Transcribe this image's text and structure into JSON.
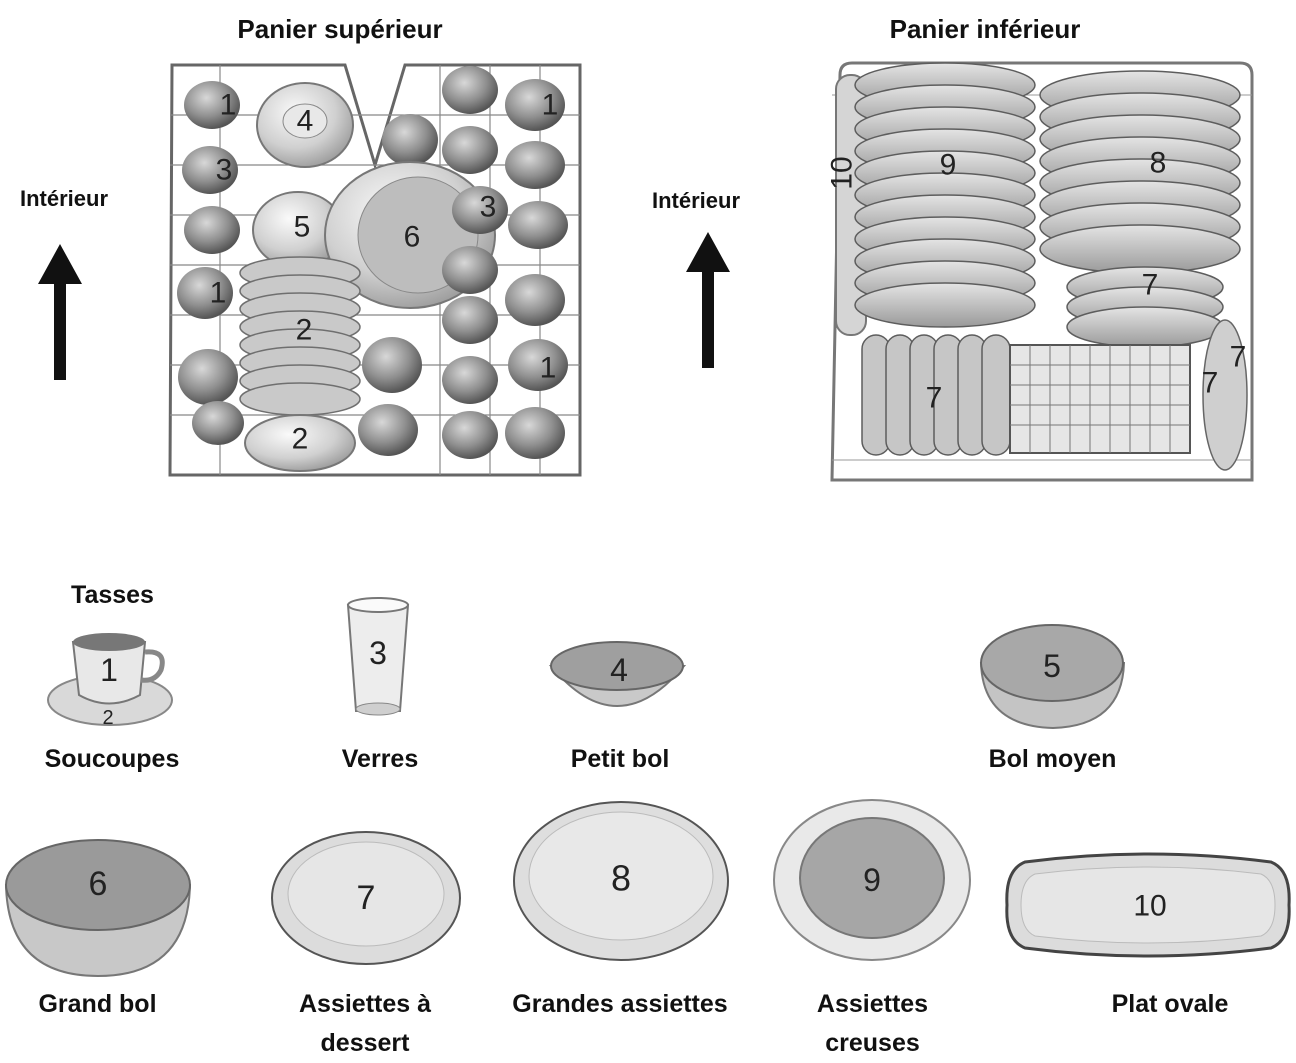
{
  "upper_basket": {
    "title": "Panier supérieur",
    "side_label": "Intérieur",
    "markers": [
      "1",
      "4",
      "1",
      "3",
      "5",
      "6",
      "3",
      "1",
      "2",
      "1",
      "2"
    ]
  },
  "lower_basket": {
    "title": "Panier inférieur",
    "side_label": "Intérieur",
    "markers": [
      "10",
      "9",
      "8",
      "7",
      "7",
      "7",
      "7"
    ]
  },
  "legend": {
    "top_caption": "Tasses",
    "items": [
      {
        "number": "1",
        "sub_number": "2",
        "label": "Soucoupes"
      },
      {
        "number": "3",
        "label": "Verres"
      },
      {
        "number": "4",
        "label": "Petit bol"
      },
      {
        "number": "5",
        "label": "Bol moyen"
      },
      {
        "number": "6",
        "label": "Grand bol"
      },
      {
        "number": "7",
        "label_line1": "Assiettes à",
        "label_line2": "dessert"
      },
      {
        "number": "8",
        "label": "Grandes assiettes"
      },
      {
        "number": "9",
        "label_line1": "Assiettes",
        "label_line2": "creuses"
      },
      {
        "number": "10",
        "label": "Plat ovale"
      }
    ]
  }
}
